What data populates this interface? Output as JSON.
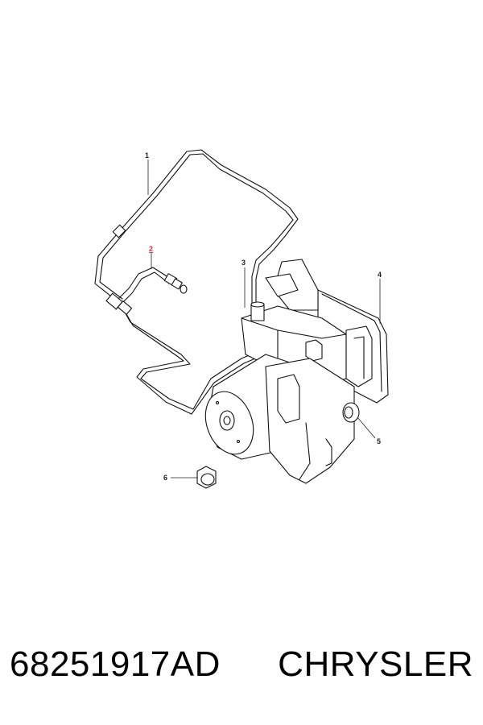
{
  "callouts": [
    {
      "id": "1",
      "label": "1"
    },
    {
      "id": "2",
      "label": "2"
    },
    {
      "id": "3",
      "label": "3"
    },
    {
      "id": "4",
      "label": "4"
    },
    {
      "id": "5",
      "label": "5"
    },
    {
      "id": "6",
      "label": "6"
    }
  ],
  "footer": {
    "part_number": "68251917AD",
    "brand": "CHRYSLER"
  }
}
